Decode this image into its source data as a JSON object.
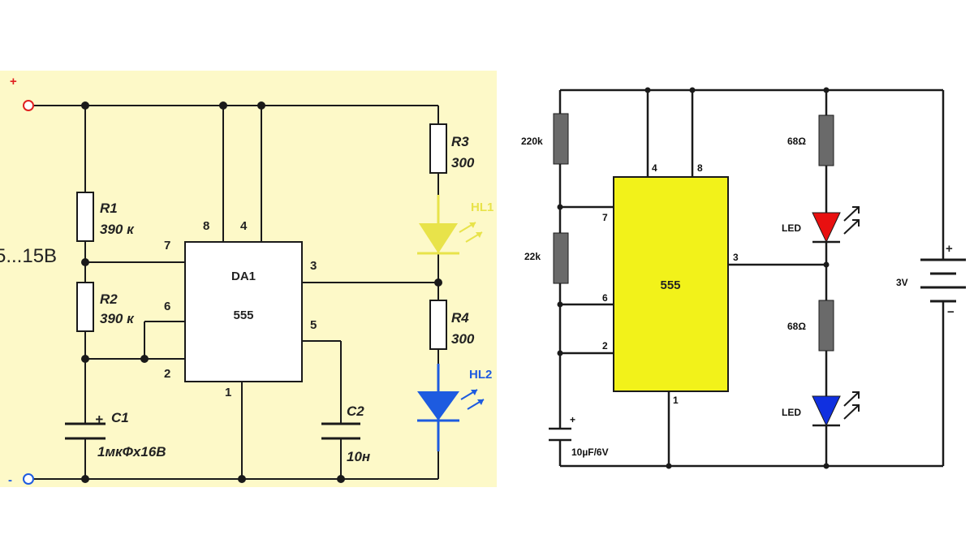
{
  "left_circuit": {
    "plus_sign": "+",
    "minus_sign": "-",
    "supply_label": "5...15В",
    "ic_name": "DA1",
    "ic_type": "555",
    "pins": [
      "8",
      "4",
      "7",
      "6",
      "2",
      "3",
      "5",
      "1"
    ],
    "r1": {
      "name": "R1",
      "value": "390 к"
    },
    "r2": {
      "name": "R2",
      "value": "390 к"
    },
    "r3": {
      "name": "R3",
      "value": "300"
    },
    "r4": {
      "name": "R4",
      "value": "300"
    },
    "c1": {
      "name": "C1",
      "value": "1мкФх16В",
      "polarity": "+"
    },
    "c2": {
      "name": "C2",
      "value": "10н"
    },
    "hl1": "HL1",
    "hl2": "HL2",
    "colors": {
      "background": "#fdf9c8",
      "led_top": "#e8e34a",
      "led_bottom": "#1d5be0",
      "terminal": "#e02020"
    }
  },
  "right_circuit": {
    "ic_type": "555",
    "pins": [
      "4",
      "8",
      "7",
      "6",
      "2",
      "3",
      "1"
    ],
    "r_top_left": "220k",
    "r_mid_left": "22k",
    "cap": {
      "value": "10µF/6V",
      "polarity": "+"
    },
    "r_led_top": "68Ω",
    "r_led_bottom": "68Ω",
    "led_top": "LED",
    "led_bottom": "LED",
    "battery": {
      "value": "3V",
      "plus": "+",
      "minus": "−"
    },
    "colors": {
      "ic_fill": "#f2f21a",
      "resistor_fill": "#6a6a6a",
      "led_top": "#e81010",
      "led_bottom": "#1030e0"
    }
  }
}
